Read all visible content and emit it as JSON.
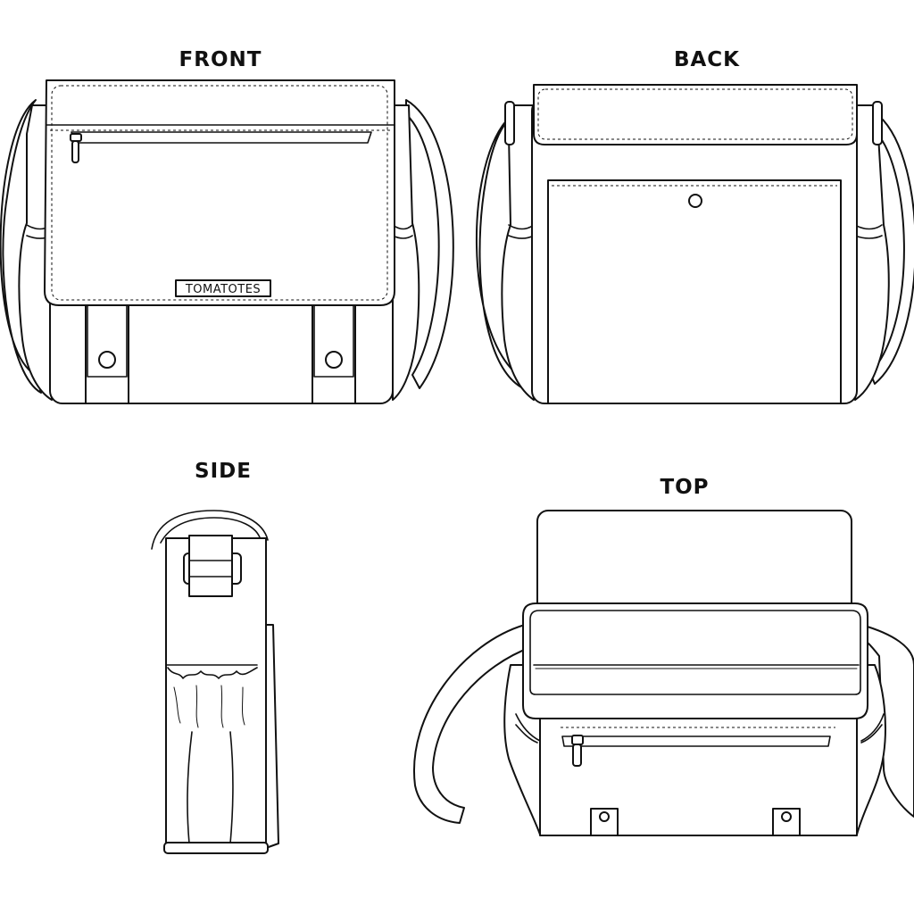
{
  "views": {
    "front": {
      "title": "FRONT",
      "brand": "TOMATOTES"
    },
    "back": {
      "title": "BACK"
    },
    "side": {
      "title": "SIDE"
    },
    "top": {
      "title": "TOP"
    }
  },
  "colors": {
    "line": "#111111",
    "background": "#ffffff"
  }
}
